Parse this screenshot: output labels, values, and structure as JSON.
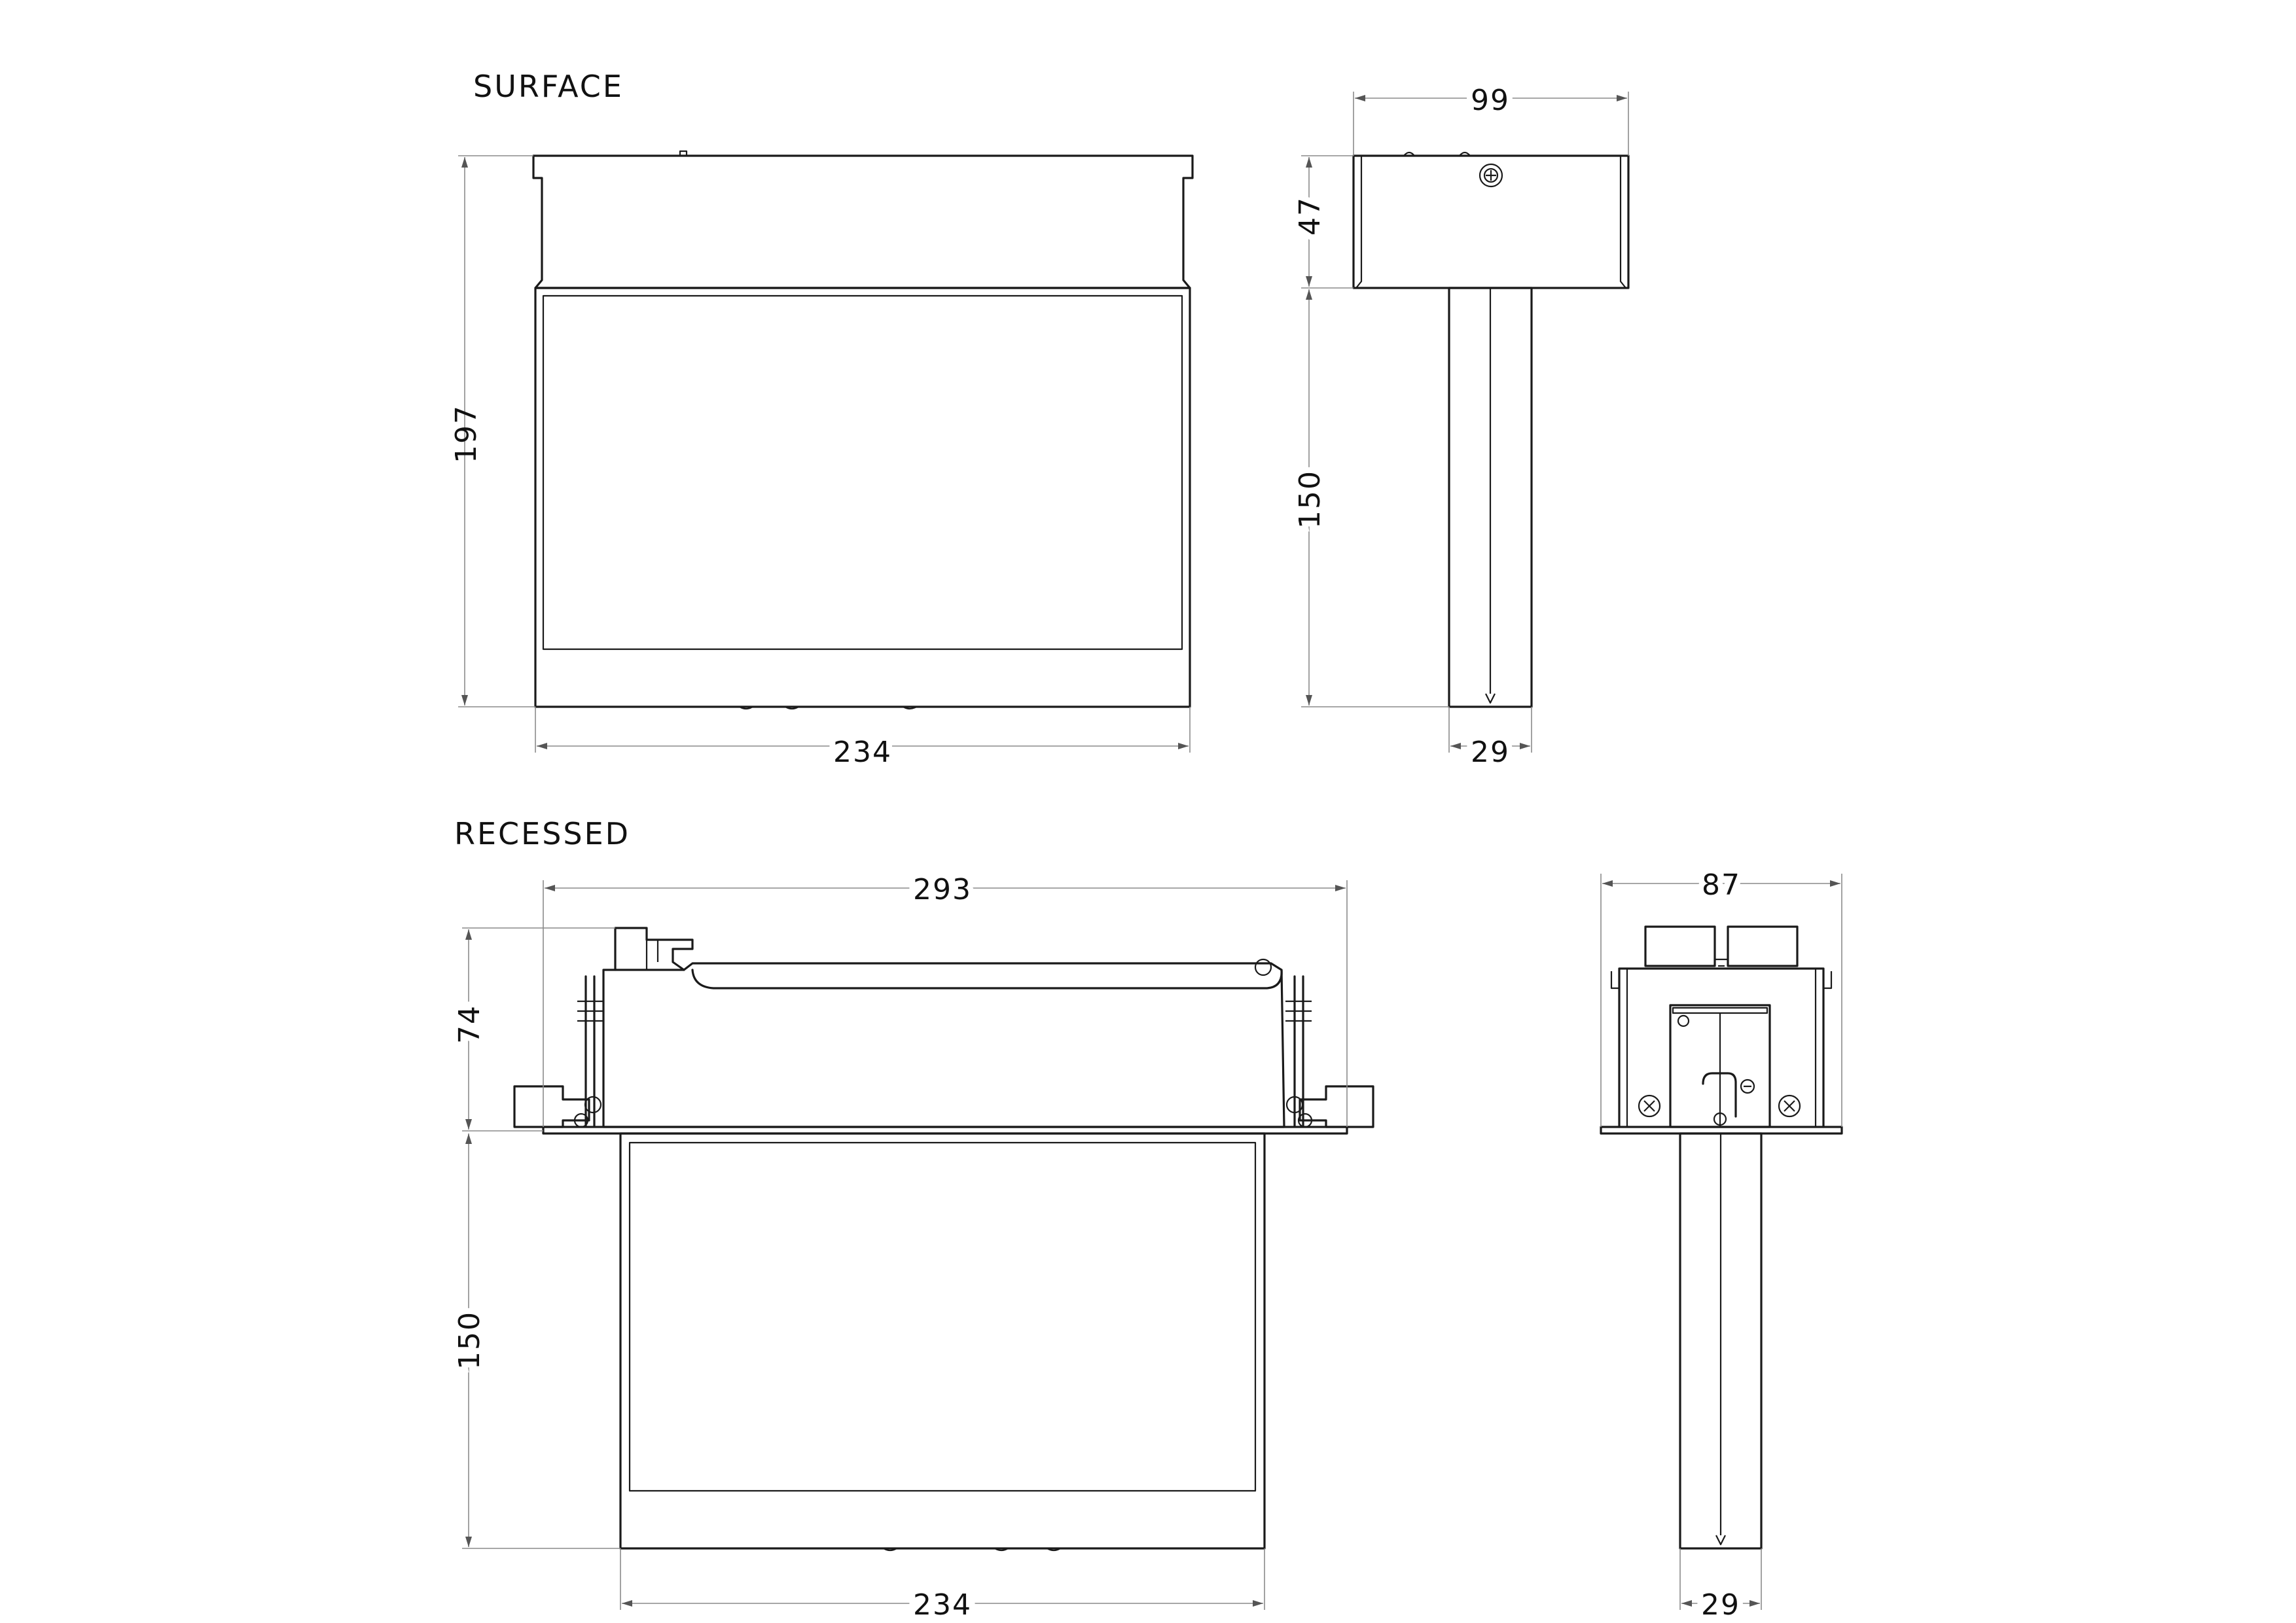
{
  "titles": {
    "surface": "SURFACE",
    "recessed": "RECESSED"
  },
  "dimensions": {
    "surface_front_height": "197",
    "surface_front_width": "234",
    "surface_side_width": "99",
    "surface_side_top_height": "47",
    "surface_side_panel_height": "150",
    "surface_side_thickness": "29",
    "recessed_front_overall_width": "293",
    "recessed_front_top_height": "74",
    "recessed_front_panel_height": "150",
    "recessed_front_width": "234",
    "recessed_side_width": "87",
    "recessed_side_thickness": "29"
  }
}
